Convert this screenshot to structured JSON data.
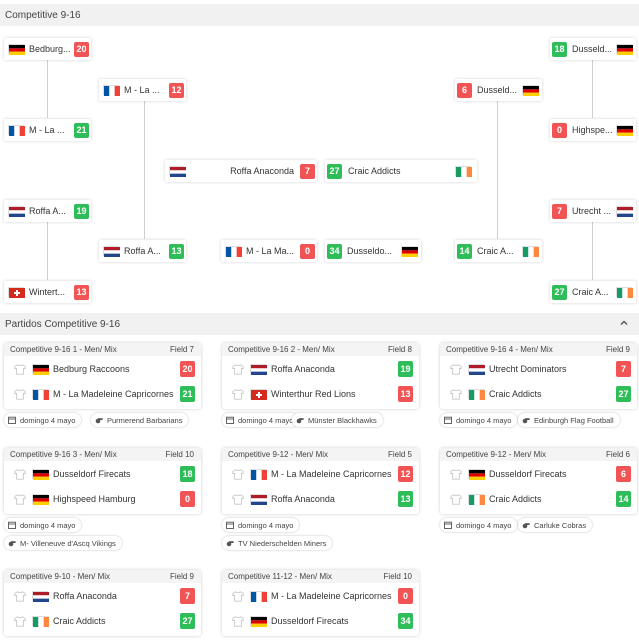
{
  "bracket": {
    "title": "Competitive 9-16",
    "left_r1": [
      {
        "name": "Bedburg...",
        "score": "20",
        "flag": "de",
        "result": "lose"
      },
      {
        "name": "M - La ...",
        "score": "21",
        "flag": "fr",
        "result": "win"
      },
      {
        "name": "Roffa A...",
        "score": "19",
        "flag": "nl",
        "result": "win"
      },
      {
        "name": "Wintert...",
        "score": "13",
        "flag": "ch",
        "result": "lose"
      }
    ],
    "left_r2": [
      {
        "name": "M - La ...",
        "score": "12",
        "flag": "fr",
        "result": "lose"
      },
      {
        "name": "Roffa A...",
        "score": "13",
        "flag": "nl",
        "result": "win"
      }
    ],
    "right_r1": [
      {
        "name": "Dusseld...",
        "score": "18",
        "flag": "de",
        "result": "win"
      },
      {
        "name": "Highspe...",
        "score": "0",
        "flag": "de",
        "result": "lose"
      },
      {
        "name": "Utrecht ...",
        "score": "7",
        "flag": "nl",
        "result": "lose"
      },
      {
        "name": "Craic A...",
        "score": "27",
        "flag": "ie",
        "result": "win"
      }
    ],
    "right_r2": [
      {
        "name": "Dusseld...",
        "score": "6",
        "flag": "de",
        "result": "lose"
      },
      {
        "name": "Craic A...",
        "score": "14",
        "flag": "ie",
        "result": "win"
      }
    ],
    "final": {
      "left": {
        "name": "Roffa Anaconda",
        "score": "7",
        "flag": "nl",
        "result": "lose"
      },
      "right": {
        "name": "Craic Addicts",
        "score": "27",
        "flag": "ie",
        "result": "win"
      }
    },
    "third_place": {
      "left": {
        "name": "M - La Ma...",
        "score": "0",
        "flag": "fr",
        "result": "lose"
      },
      "right": {
        "name": "Dusseldo...",
        "score": "34",
        "flag": "de",
        "result": "win"
      }
    }
  },
  "matches_section": {
    "title": "Partidos Competitive 9-16",
    "collapse_icon": "chevron-up-icon"
  },
  "matches": [
    {
      "label": "Competitive 9-16 1 - Men/ Mix",
      "field": "Field 7",
      "team1": {
        "name": "Bedburg Raccoons",
        "flag": "de",
        "score": "20",
        "result": "lose"
      },
      "team2": {
        "name": "M - La Madeleine Capricornes",
        "flag": "fr",
        "score": "21",
        "result": "win"
      },
      "date": "domingo 4 mayo",
      "spirit": "Purmerend Barbarians"
    },
    {
      "label": "Competitive 9-16 2 - Men/ Mix",
      "field": "Field 8",
      "team1": {
        "name": "Roffa Anaconda",
        "flag": "nl",
        "score": "19",
        "result": "win"
      },
      "team2": {
        "name": "Winterthur Red Lions",
        "flag": "ch",
        "score": "13",
        "result": "lose"
      },
      "date": "domingo 4 mayo",
      "spirit": "Münster Blackhawks"
    },
    {
      "label": "Competitive 9-16 4 - Men/ Mix",
      "field": "Field 9",
      "team1": {
        "name": "Utrecht Dominators",
        "flag": "nl",
        "score": "7",
        "result": "lose"
      },
      "team2": {
        "name": "Craic Addicts",
        "flag": "ie",
        "score": "27",
        "result": "win"
      },
      "date": "domingo 4 mayo",
      "spirit": "Edinburgh Flag Football"
    },
    {
      "label": "Competitive 9-16 3 - Men/ Mix",
      "field": "Field 10",
      "team1": {
        "name": "Dusseldorf Firecats",
        "flag": "de",
        "score": "18",
        "result": "win"
      },
      "team2": {
        "name": "Highspeed Hamburg",
        "flag": "de",
        "score": "0",
        "result": "lose"
      },
      "date": "domingo 4 mayo",
      "spirit": "M- Villeneuve d'Ascq Vikings"
    },
    {
      "label": "Competitive 9-12 - Men/ Mix",
      "field": "Field 5",
      "team1": {
        "name": "M - La Madeleine Capricornes",
        "flag": "fr",
        "score": "12",
        "result": "lose"
      },
      "team2": {
        "name": "Roffa Anaconda",
        "flag": "nl",
        "score": "13",
        "result": "win"
      },
      "date": "domingo 4 mayo",
      "spirit": "TV Niederschelden Miners"
    },
    {
      "label": "Competitive 9-12 - Men/ Mix",
      "field": "Field 6",
      "team1": {
        "name": "Dusseldorf Firecats",
        "flag": "de",
        "score": "6",
        "result": "lose"
      },
      "team2": {
        "name": "Craic Addicts",
        "flag": "ie",
        "score": "14",
        "result": "win"
      },
      "date": "domingo 4 mayo",
      "spirit": "Carluke Cobras"
    },
    {
      "label": "Competitive 9-10 - Men/ Mix",
      "field": "Field 9",
      "team1": {
        "name": "Roffa Anaconda",
        "flag": "nl",
        "score": "7",
        "result": "lose"
      },
      "team2": {
        "name": "Craic Addicts",
        "flag": "ie",
        "score": "27",
        "result": "win"
      },
      "date": "",
      "spirit": ""
    },
    {
      "label": "Competitive 11-12 - Men/ Mix",
      "field": "Field 10",
      "team1": {
        "name": "M - La Madeleine Capricornes",
        "flag": "fr",
        "score": "0",
        "result": "lose"
      },
      "team2": {
        "name": "Dusseldorf Firecats",
        "flag": "de",
        "score": "34",
        "result": "win"
      },
      "date": "",
      "spirit": ""
    }
  ],
  "colors": {
    "win": "#2ebd59",
    "lose": "#f05454",
    "header_bg": "#f1f1f1"
  }
}
